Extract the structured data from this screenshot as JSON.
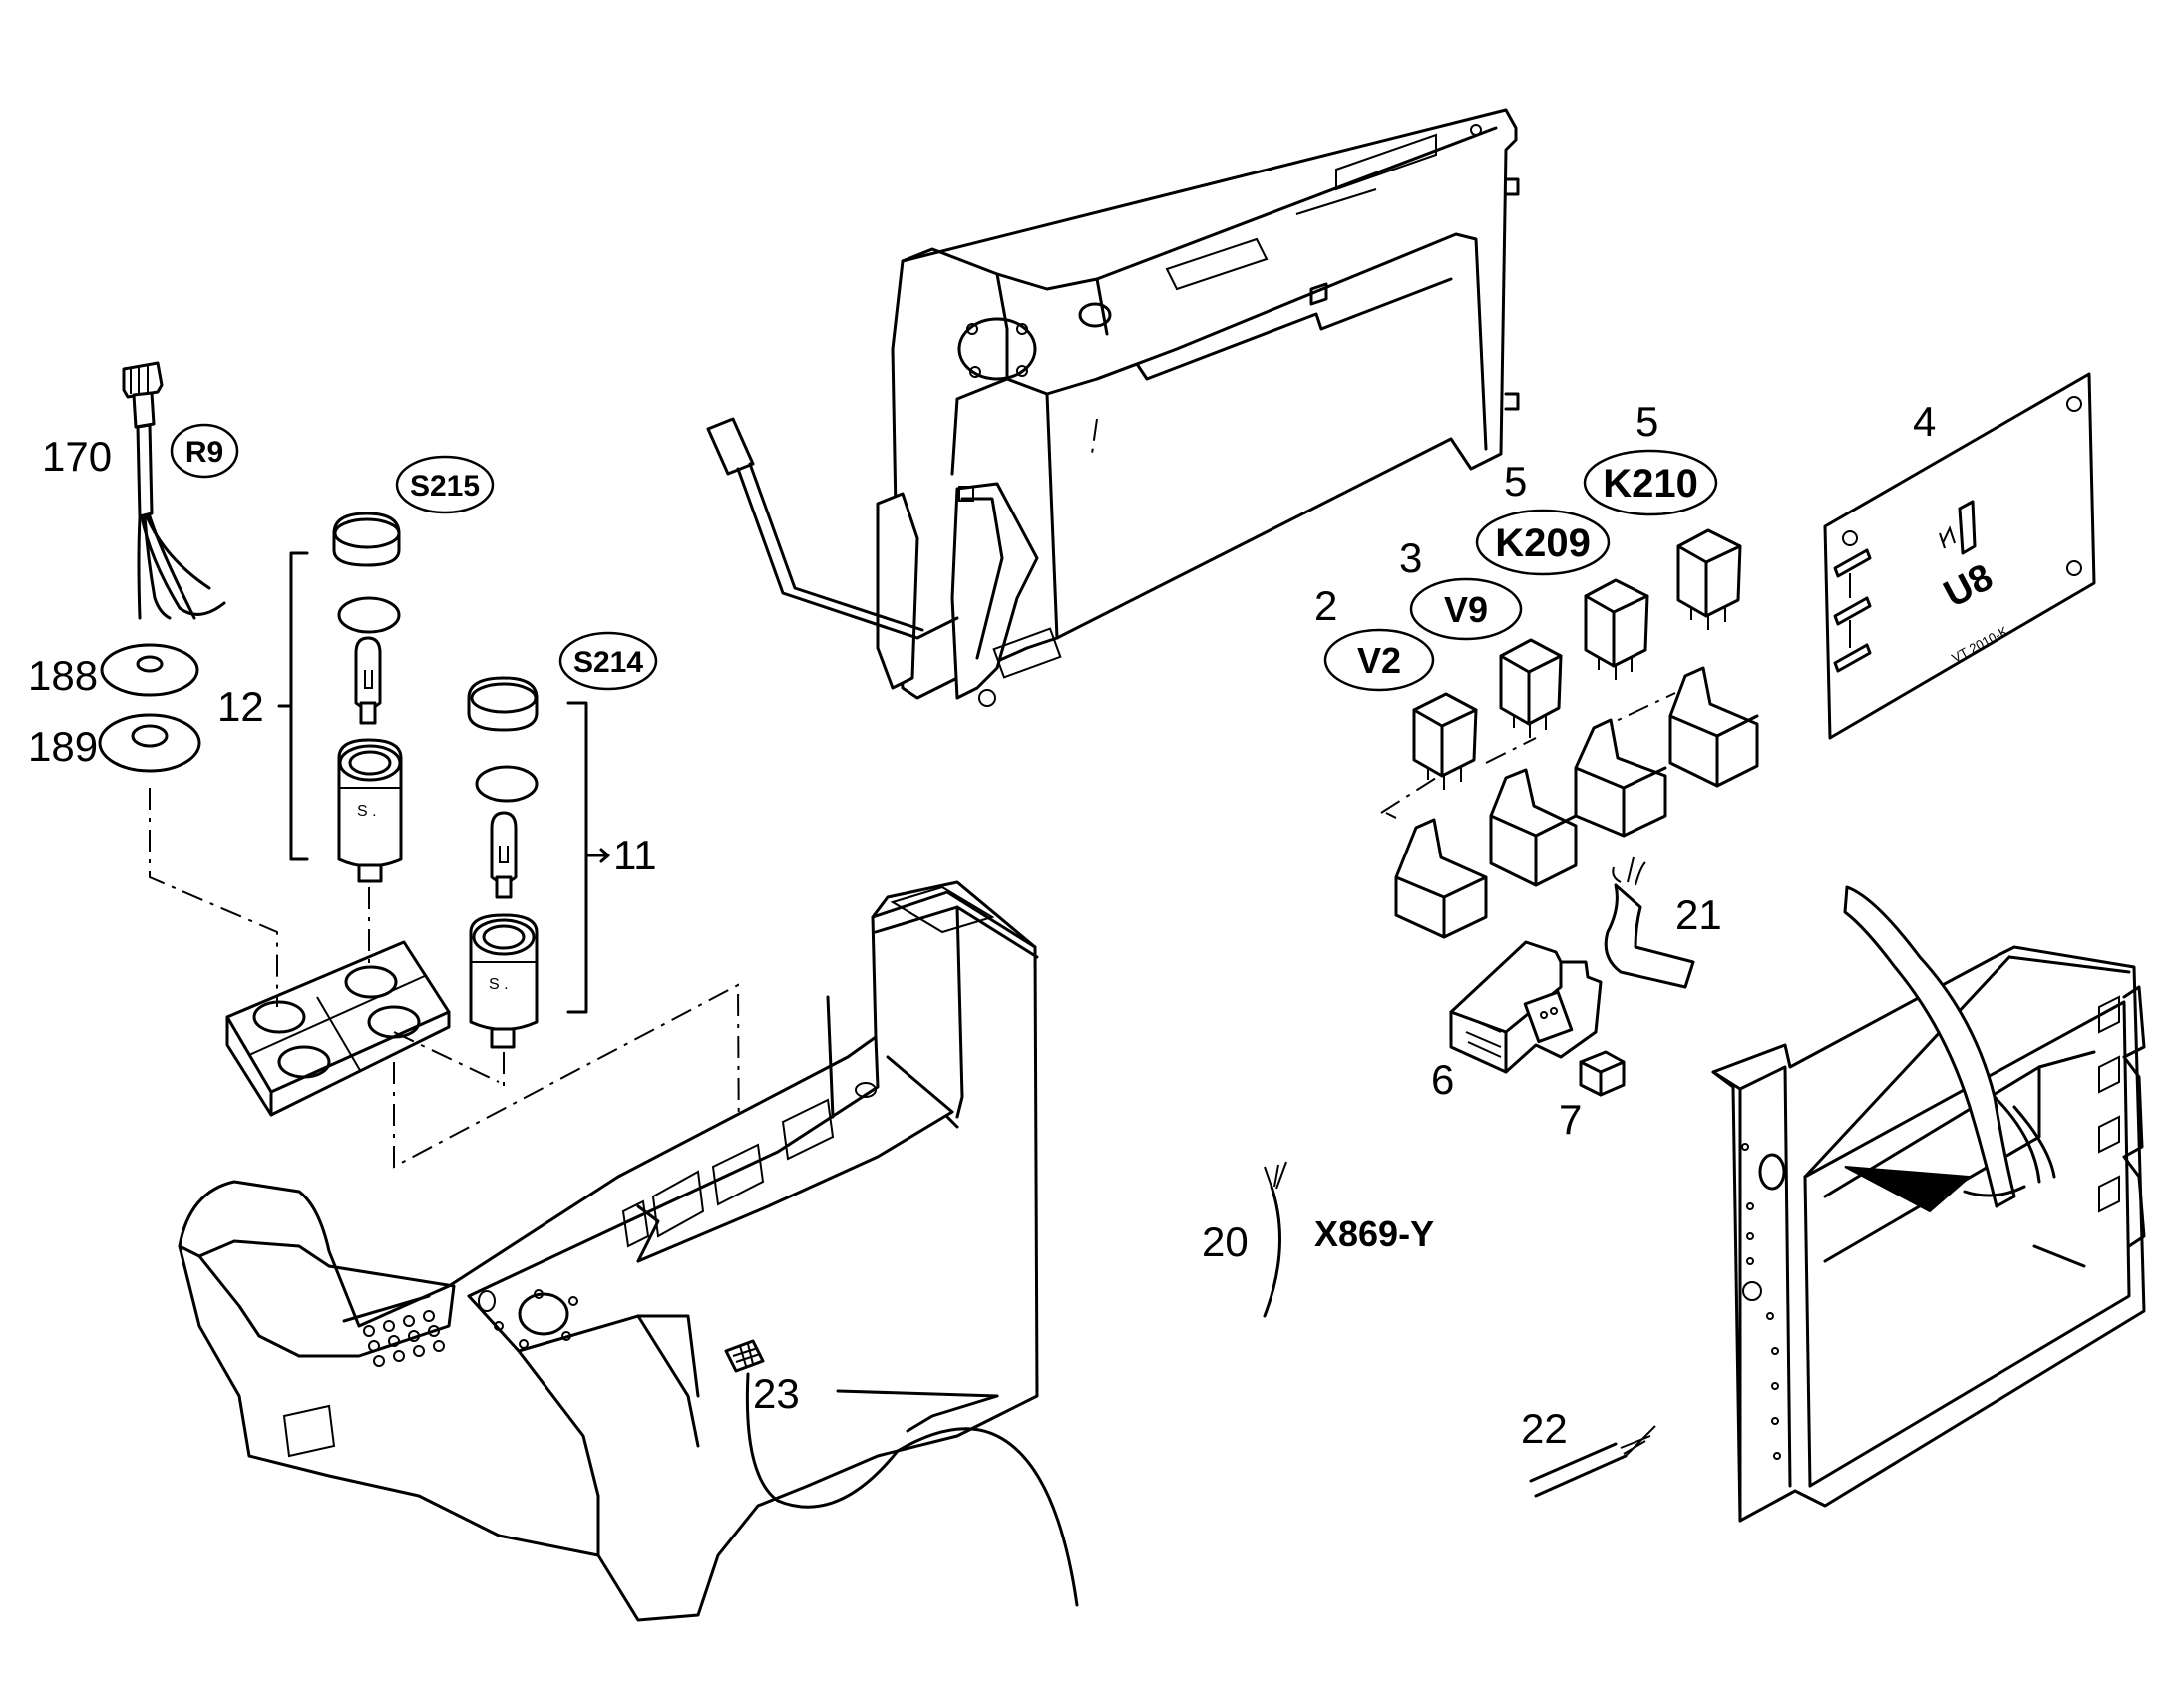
{
  "callouts": {
    "n170": "170",
    "r9": "R9",
    "s215": "S215",
    "n188": "188",
    "n189": "189",
    "n12": "12",
    "s214": "S214",
    "n11": "11",
    "n5a": "5",
    "k210": "K210",
    "n5b": "5",
    "k209": "K209",
    "n4": "4",
    "n3": "3",
    "v9": "V9",
    "n2": "2",
    "v2": "V2",
    "n21": "21",
    "n6": "6",
    "n7": "7",
    "n20": "20",
    "x869y": "X869-Y",
    "n23": "23",
    "n22": "22"
  },
  "board": {
    "label": "U8",
    "code": "VT 2010-K"
  }
}
